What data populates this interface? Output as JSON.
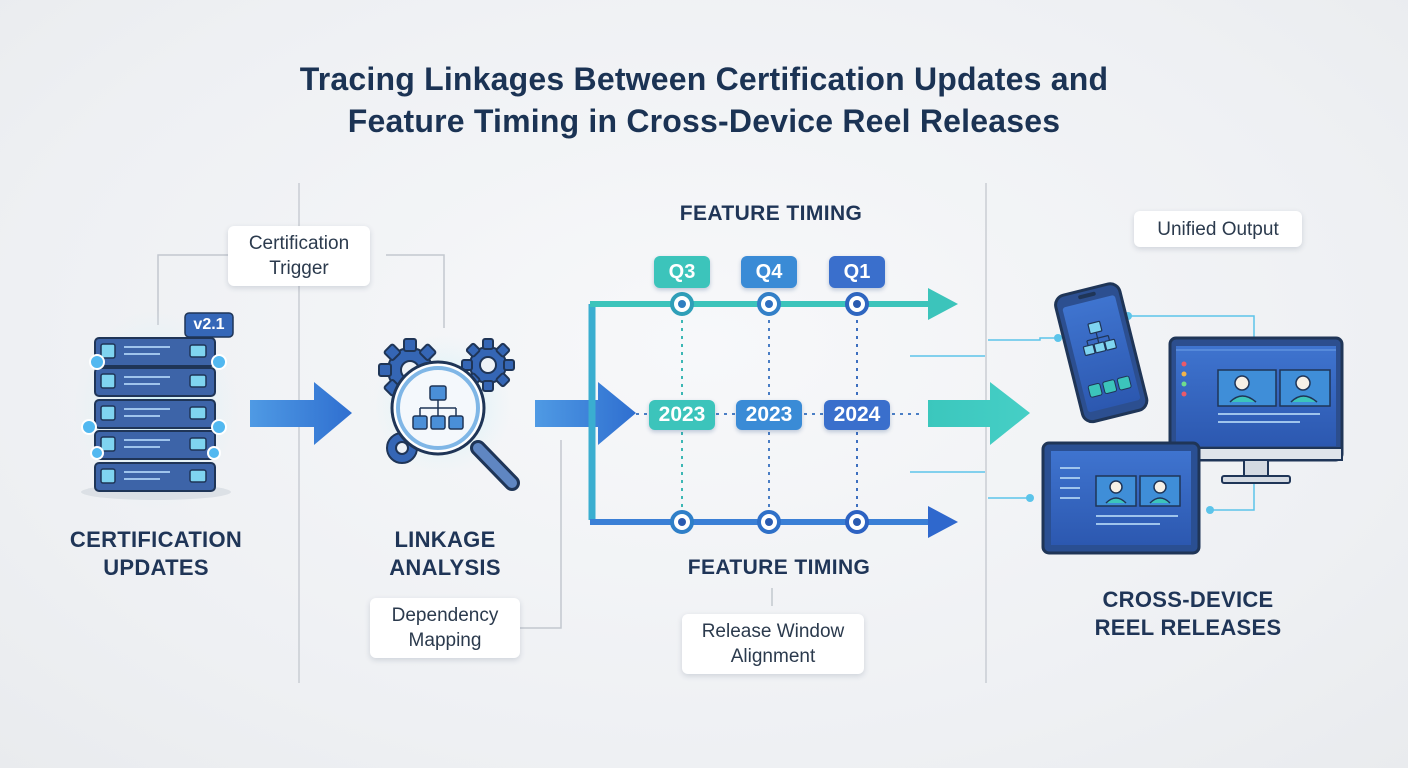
{
  "title": {
    "line1": "Tracing Linkages Between Certification Updates and",
    "line2": "Feature Timing in Cross-Device Reel Releases"
  },
  "stages": {
    "certification": {
      "line1": "CERTIFICATION",
      "line2": "UPDATES",
      "badge": "v2.1"
    },
    "linkage": {
      "line1": "LINKAGE",
      "line2": "ANALYSIS"
    },
    "releases": {
      "line1": "CROSS-DEVICE",
      "line2": "REEL RELEASES"
    }
  },
  "callouts": {
    "certification_trigger": {
      "line1": "Certification",
      "line2": "Trigger"
    },
    "dependency_mapping": {
      "line1": "Dependency",
      "line2": "Mapping"
    },
    "release_window": {
      "line1": "Release Window",
      "line2": "Alignment"
    },
    "unified_output": {
      "line1": "Unified Output"
    }
  },
  "timing": {
    "top_label": "FEATURE TIMING",
    "bottom_label": "FEATURE TIMING",
    "quarters": [
      "Q3",
      "Q4",
      "Q1"
    ],
    "years": [
      "2023",
      "2023",
      "2024"
    ]
  },
  "colors": {
    "teal": "#3cc4bb",
    "blue": "#3d86d8",
    "navy": "#1f3557",
    "device_blue": "#3a6fc8"
  },
  "icons": {
    "server": "server-stack-icon",
    "analysis": "magnifier-gears-icon",
    "devices": "multi-device-icon"
  }
}
